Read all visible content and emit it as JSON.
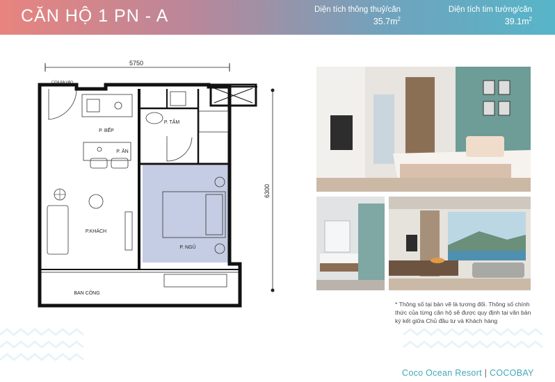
{
  "header": {
    "title": "CĂN HỘ 1 PN - A",
    "area_net": {
      "label": "Diện tích thông thuỷ/căn",
      "value": "35.7m",
      "unit_sup": "2"
    },
    "area_gross": {
      "label": "Diện tích tim tường/căn",
      "value": "39.1m",
      "unit_sup": "2"
    }
  },
  "plan": {
    "dimension_width": "5750",
    "dimension_height": "6300",
    "rooms": {
      "entry": "CỬA RA VÀO",
      "kitchen": "P. BẾP",
      "dining": "P. ĂN",
      "bath": "P. TẮM",
      "living": "P.KHÁCH",
      "bedroom": "P. NGỦ",
      "balcony": "BAN CÔNG"
    }
  },
  "note": "* Thông số tại bản vẽ là tương đối. Thông số chính thức của từng căn hộ sẽ được quy định tại văn bản ký kết giữa Chủ đầu tư và Khách hàng",
  "brand": {
    "resort": "Coco Ocean Resort",
    "separator": "|",
    "logo": "COCOBAY"
  },
  "colors": {
    "header_start": "#e8847f",
    "header_end": "#57b5c8",
    "bedroom_fill": "#c5cde4",
    "brand": "#41a8b8"
  }
}
